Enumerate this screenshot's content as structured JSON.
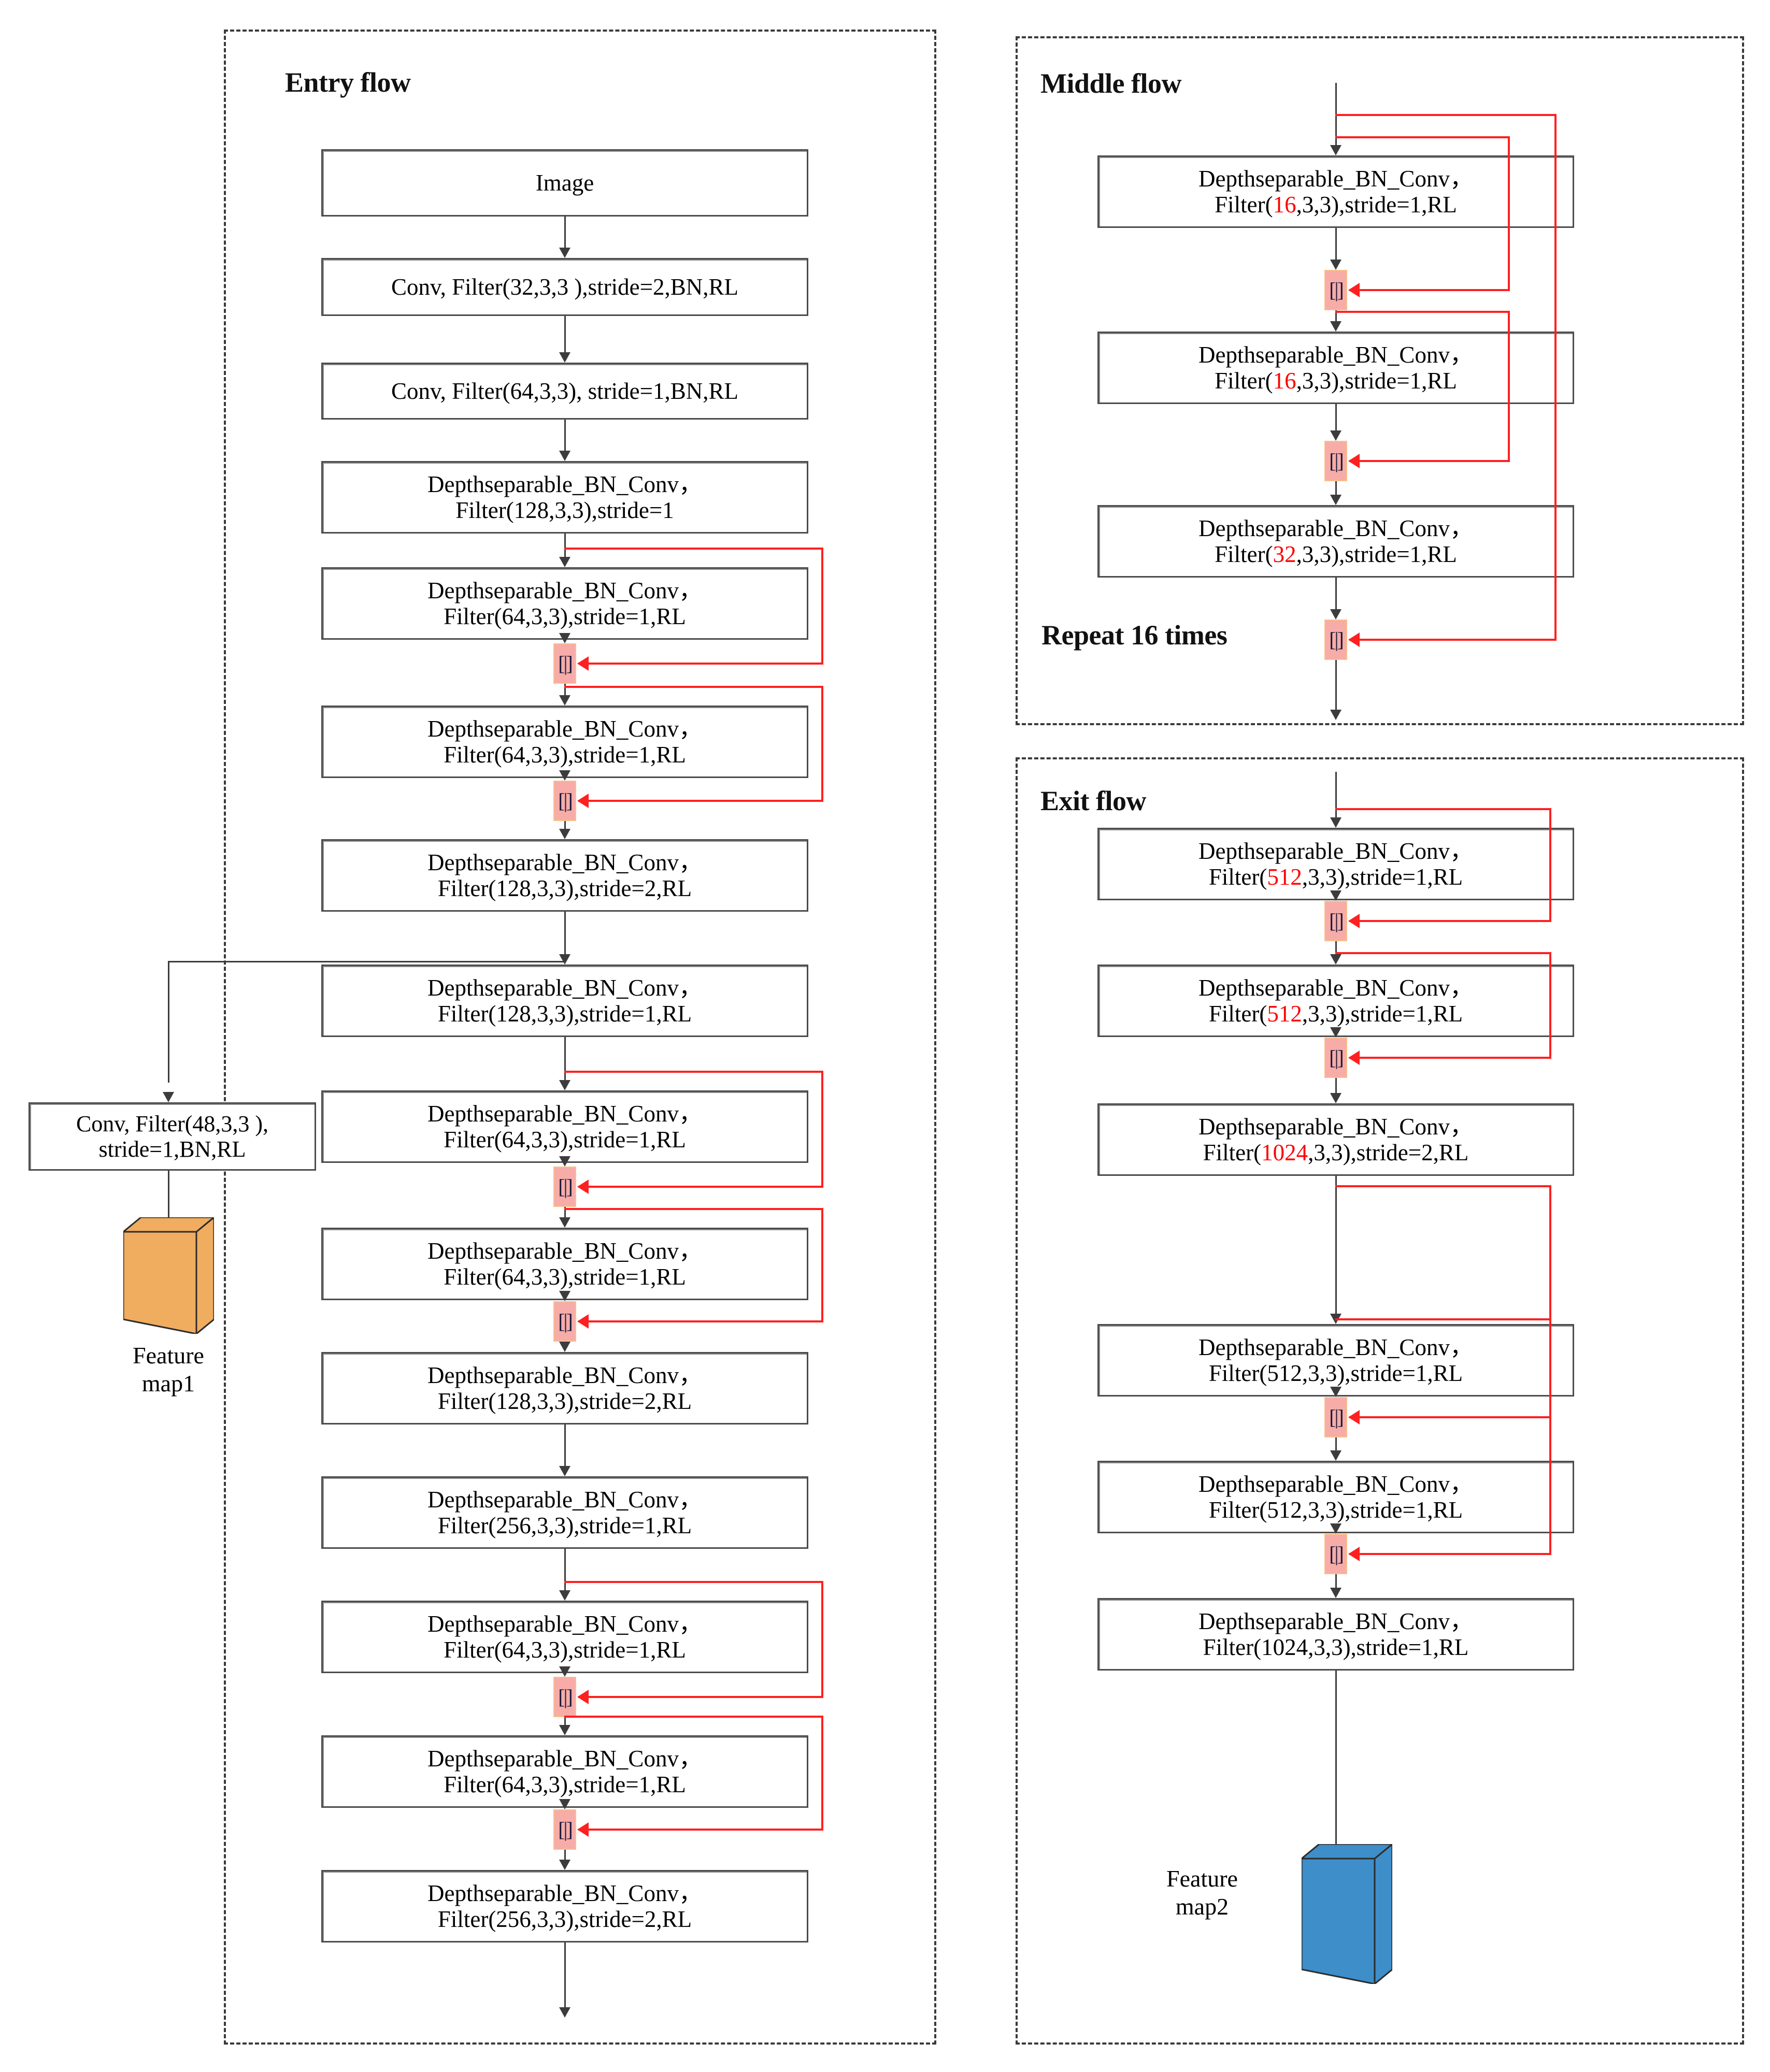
{
  "groups": {
    "entry": {
      "title": "Entry flow"
    },
    "middle": {
      "title": "Middle flow",
      "repeat_note": "Repeat 16 times"
    },
    "exit": {
      "title": "Exit flow"
    }
  },
  "colors": {
    "residual_wire": "#fe2020",
    "highlight_number": "#ff0000",
    "merge_fill": "#f7aca8",
    "merge_border": "#f8c08a",
    "feature_map1": "#f0ad60",
    "feature_map2": "#3d8ec9",
    "box_border": "#4c4c4c"
  },
  "entry_flow": {
    "blocks": [
      {
        "id": "e0",
        "lines": [
          "Image"
        ]
      },
      {
        "id": "e1",
        "lines": [
          "Conv, Filter(32,3,3 ),stride=2,BN,RL"
        ]
      },
      {
        "id": "e2",
        "lines": [
          "Conv, Filter(64,3,3), stride=1,BN,RL"
        ]
      },
      {
        "id": "e3",
        "lines": [
          "Depthseparable_BN_Conv，",
          "Filter(128,3,3),stride=1"
        ]
      },
      {
        "id": "e4",
        "lines": [
          "Depthseparable_BN_Conv，",
          "Filter(64,3,3),stride=1,RL"
        ]
      },
      {
        "id": "e5",
        "lines": [
          "Depthseparable_BN_Conv，",
          "Filter(64,3,3),stride=1,RL"
        ]
      },
      {
        "id": "e6",
        "lines": [
          "Depthseparable_BN_Conv，",
          "Filter(128,3,3),stride=2,RL"
        ]
      },
      {
        "id": "e7",
        "lines": [
          "Depthseparable_BN_Conv，",
          "Filter(128,3,3),stride=1,RL"
        ]
      },
      {
        "id": "e8",
        "lines": [
          "Depthseparable_BN_Conv，",
          "Filter(64,3,3),stride=1,RL"
        ]
      },
      {
        "id": "e9",
        "lines": [
          "Depthseparable_BN_Conv，",
          "Filter(64,3,3),stride=1,RL"
        ]
      },
      {
        "id": "e10",
        "lines": [
          "Depthseparable_BN_Conv，",
          "Filter(128,3,3),stride=2,RL"
        ]
      },
      {
        "id": "e11",
        "lines": [
          "Depthseparable_BN_Conv，",
          "Filter(256,3,3),stride=1,RL"
        ]
      },
      {
        "id": "e12",
        "lines": [
          "Depthseparable_BN_Conv，",
          "Filter(64,3,3),stride=1,RL"
        ]
      },
      {
        "id": "e13",
        "lines": [
          "Depthseparable_BN_Conv，",
          "Filter(64,3,3),stride=1,RL"
        ]
      },
      {
        "id": "e14",
        "lines": [
          "Depthseparable_BN_Conv，",
          "Filter(256,3,3),stride=2,RL"
        ]
      }
    ],
    "side_branch": {
      "id": "eside",
      "lines": [
        "Conv, Filter(48,3,3 ),",
        "stride=1,BN,RL"
      ],
      "feature_map_label": [
        "Feature",
        "map1"
      ]
    },
    "merge_symbol": "[|]"
  },
  "middle_flow": {
    "blocks": [
      {
        "id": "m0",
        "pre": "Depthseparable_BN_Conv，",
        "prefix": "Filter(",
        "num": "16",
        "suffix": ",3,3),stride=1,RL"
      },
      {
        "id": "m1",
        "pre": "Depthseparable_BN_Conv，",
        "prefix": "Filter(",
        "num": "16",
        "suffix": ",3,3),stride=1,RL"
      },
      {
        "id": "m2",
        "pre": "Depthseparable_BN_Conv，",
        "prefix": "Filter(",
        "num": "32",
        "suffix": ",3,3),stride=1,RL"
      }
    ]
  },
  "exit_flow": {
    "blocks": [
      {
        "id": "x0",
        "pre": "Depthseparable_BN_Conv，",
        "prefix": "Filter(",
        "num": "512",
        "num_red": true,
        "suffix": ",3,3),stride=1,RL"
      },
      {
        "id": "x1",
        "pre": "Depthseparable_BN_Conv，",
        "prefix": "Filter(",
        "num": "512",
        "num_red": true,
        "suffix": ",3,3),stride=1,RL"
      },
      {
        "id": "x2",
        "pre": "Depthseparable_BN_Conv，",
        "prefix": "Filter(",
        "num": "1024",
        "num_red": true,
        "suffix": ",3,3),stride=2,RL"
      },
      {
        "id": "x3",
        "pre": "Depthseparable_BN_Conv，",
        "prefix": "Filter(",
        "num": "512",
        "num_red": false,
        "suffix": ",3,3),stride=1,RL"
      },
      {
        "id": "x4",
        "pre": "Depthseparable_BN_Conv，",
        "prefix": "Filter(",
        "num": "512",
        "num_red": false,
        "suffix": ",3,3),stride=1,RL"
      },
      {
        "id": "x5",
        "pre": "Depthseparable_BN_Conv，",
        "prefix": "Filter(",
        "num": "1024",
        "num_red": false,
        "suffix": ",3,3),stride=1,RL"
      }
    ],
    "feature_map_label": [
      "Feature",
      "map2"
    ]
  }
}
